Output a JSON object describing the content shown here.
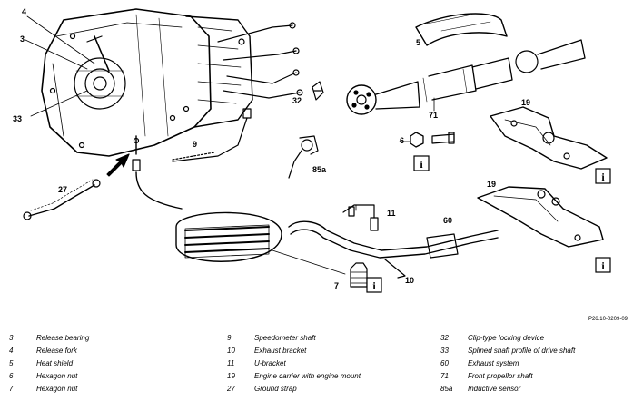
{
  "callouts": {
    "c4": "4",
    "c3": "3",
    "c33": "33",
    "c5": "5",
    "c32": "32",
    "c71": "71",
    "c19a": "19",
    "c19b": "19",
    "c6": "6",
    "c9": "9",
    "c85a": "85a",
    "c27": "27",
    "c11": "11",
    "c60": "60",
    "c7": "7",
    "c10": "10"
  },
  "info_symbol": "i",
  "figure_ref": "P26.10-0209-09",
  "legend": {
    "col1": [
      {
        "num": "3",
        "text": "Release bearing"
      },
      {
        "num": "4",
        "text": "Release fork"
      },
      {
        "num": "5",
        "text": "Heat shield"
      },
      {
        "num": "6",
        "text": "Hexagon nut"
      },
      {
        "num": "7",
        "text": "Hexagon nut"
      }
    ],
    "col2": [
      {
        "num": "9",
        "text": "Speedometer shaft"
      },
      {
        "num": "10",
        "text": "Exhaust bracket"
      },
      {
        "num": "11",
        "text": "U-bracket"
      },
      {
        "num": "19",
        "text": "Engine carrier with engine mount"
      },
      {
        "num": "27",
        "text": "Ground strap"
      }
    ],
    "col3": [
      {
        "num": "32",
        "text": "Clip-type locking device"
      },
      {
        "num": "33",
        "text": "Splined shaft profile of drive shaft"
      },
      {
        "num": "60",
        "text": "Exhaust system"
      },
      {
        "num": "71",
        "text": "Front propellor shaft"
      },
      {
        "num": "85a",
        "text": "Inductive sensor"
      }
    ]
  }
}
